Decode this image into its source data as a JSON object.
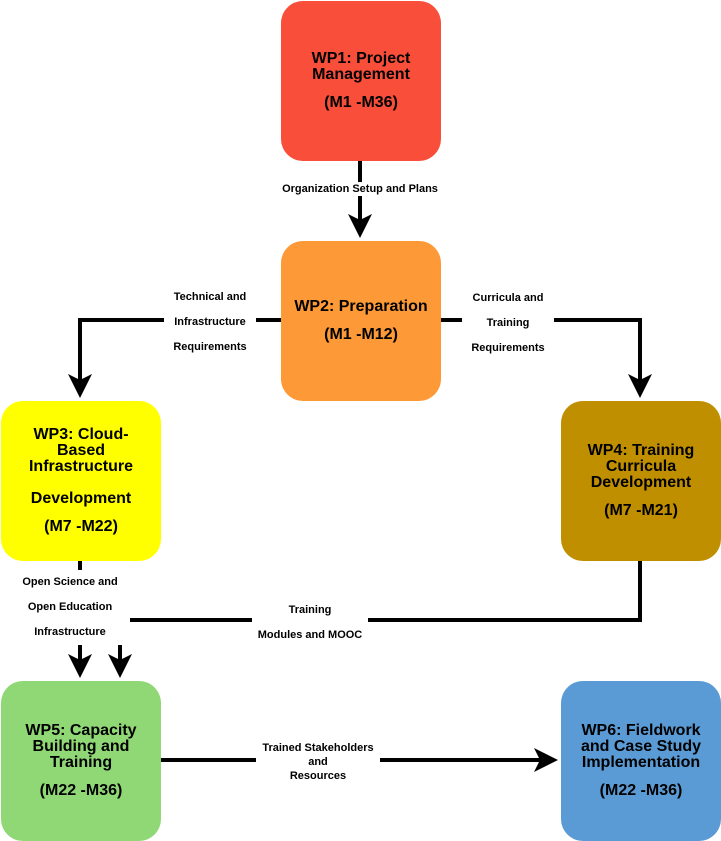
{
  "diagram": {
    "work_packages": [
      {
        "id": "wp1",
        "title": "WP1: Project\nManagement",
        "period": "(M1 -M36)",
        "color": "#f84e3a"
      },
      {
        "id": "wp2",
        "title": "WP2: Preparation",
        "period": "(M1 -M12)",
        "color": "#fd9a37"
      },
      {
        "id": "wp3",
        "title": "WP3: Cloud-\nBased\nInfrastructure\n\nDevelopment",
        "period": "(M7 -M22)",
        "color": "#ffff00"
      },
      {
        "id": "wp4",
        "title": "WP4: Training\nCurricula\nDevelopment",
        "period": "(M7 -M21)",
        "color": "#c08f00"
      },
      {
        "id": "wp5",
        "title": "WP5: Capacity\nBuilding and\nTraining",
        "period": "(M22 -M36)",
        "color": "#8fd875"
      },
      {
        "id": "wp6",
        "title": "WP6: Fieldwork\nand Case Study\nImplementation",
        "period": "(M22 -M36)",
        "color": "#5b9bd5"
      }
    ],
    "edges": [
      {
        "from": "wp1",
        "to": "wp2",
        "label": "Organization Setup and Plans"
      },
      {
        "from": "wp2",
        "to": "wp3",
        "label": "Technical and\nInfrastructure\nRequirements"
      },
      {
        "from": "wp2",
        "to": "wp4",
        "label": "Curricula and\nTraining\nRequirements"
      },
      {
        "from": "wp3",
        "to": "wp5",
        "label": "Open Science and\nOpen Education\nInfrastructure"
      },
      {
        "from": "wp4",
        "to": "wp5",
        "label": "Training\nModules and MOOC"
      },
      {
        "from": "wp5",
        "to": "wp6",
        "label": "Trained Stakeholders\nand\nResources"
      }
    ]
  }
}
